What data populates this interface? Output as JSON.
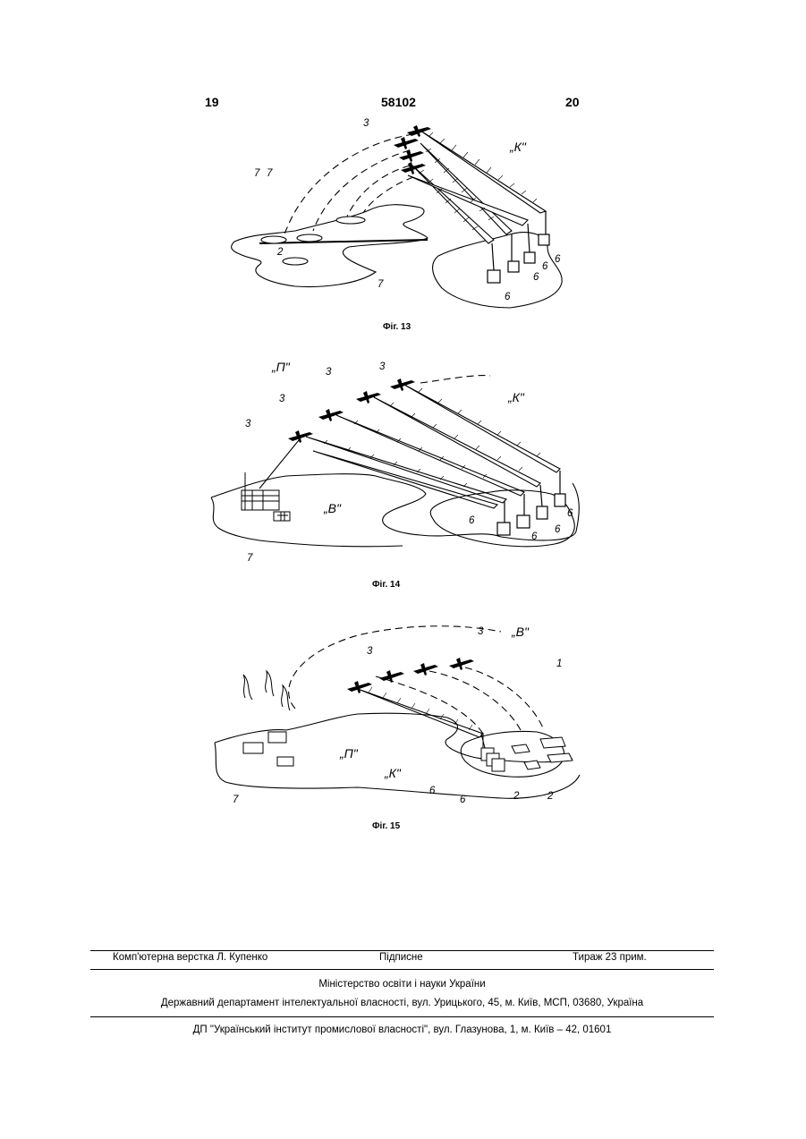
{
  "header": {
    "page_left": "19",
    "patent_number": "58102",
    "page_right": "20"
  },
  "figures": [
    {
      "caption": "Фіг. 13",
      "labels": [
        "3",
        "„К\"",
        "7",
        "7",
        "7",
        "2",
        "6",
        "6",
        "6",
        "6"
      ]
    },
    {
      "caption": "Фіг. 14",
      "labels": [
        "3",
        "3",
        "3",
        "3",
        "„П\"",
        "„К\"",
        "„В\"",
        "7",
        "6",
        "6",
        "6",
        "6"
      ]
    },
    {
      "caption": "Фіг. 15",
      "labels": [
        "3",
        "3",
        "„В\"",
        "1",
        "„П\"",
        "„К\"",
        "6",
        "6",
        "2",
        "2",
        "7"
      ]
    }
  ],
  "footer": {
    "layout": "Комп'ютерна верстка Л. Купенко",
    "signed": "Підписне",
    "circulation": "Тираж 23 прим.",
    "ministry": "Міністерство освіти і науки України",
    "department": "Державний департамент інтелектуальної власності, вул. Урицького, 45, м. Київ, МСП, 03680, Україна",
    "institute": "ДП \"Український інститут промислової власності\", вул. Глазунова, 1, м. Київ – 42, 01601"
  },
  "colors": {
    "ink": "#000000",
    "paper": "#ffffff"
  }
}
